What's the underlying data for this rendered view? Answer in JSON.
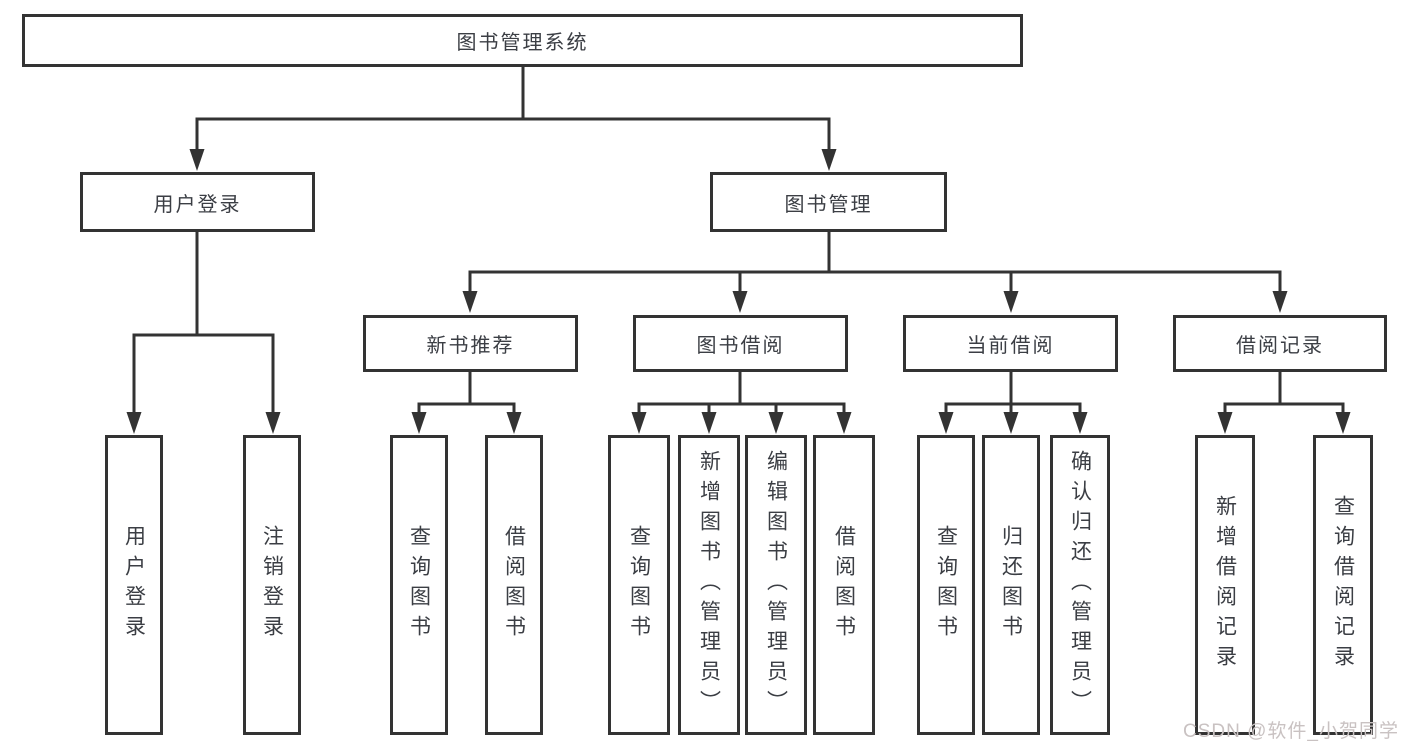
{
  "diagram_type": "hierarchy-flowchart",
  "tree": {
    "label": "图书管理系统",
    "children": [
      {
        "label": "用户登录",
        "children": [
          {
            "label": "用户登录"
          },
          {
            "label": "注销登录"
          }
        ]
      },
      {
        "label": "图书管理",
        "children": [
          {
            "label": "新书推荐",
            "children": [
              {
                "label": "查询图书"
              },
              {
                "label": "借阅图书"
              }
            ]
          },
          {
            "label": "图书借阅",
            "children": [
              {
                "label": "查询图书"
              },
              {
                "label": "新增图书（管理员）"
              },
              {
                "label": "编辑图书（管理员）"
              },
              {
                "label": "借阅图书"
              }
            ]
          },
          {
            "label": "当前借阅",
            "children": [
              {
                "label": "查询图书"
              },
              {
                "label": "归还图书"
              },
              {
                "label": "确认归还（管理员）"
              }
            ]
          },
          {
            "label": "借阅记录",
            "children": [
              {
                "label": "新增借阅记录"
              },
              {
                "label": "查询借阅记录"
              }
            ]
          }
        ]
      }
    ]
  },
  "watermark": "CSDN @软件_小贺同学",
  "colors": {
    "line": "#333333",
    "box_border": "#333333",
    "text": "#3b3e44",
    "watermark": "#c9c2c2",
    "background": "#ffffff"
  }
}
